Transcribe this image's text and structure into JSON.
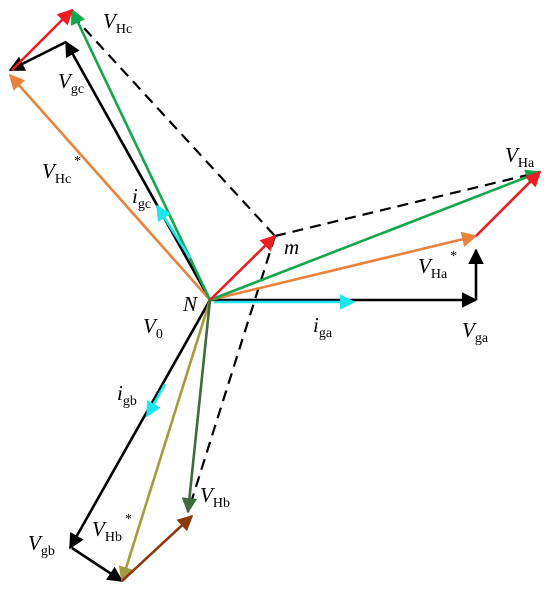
{
  "colors": {
    "black": "#000000",
    "red": "#ee1c24",
    "green": "#13a64a",
    "orange": "#e9823a",
    "cyan": "#1fe6ee",
    "olive": "#a59a3c",
    "brown": "#8b3a0f",
    "dark_green": "#3e6b3a"
  },
  "labels": {
    "V_Hc": {
      "main": "V",
      "sub": "Hc"
    },
    "V_gc": {
      "main": "V",
      "sub": "gc"
    },
    "V_Hc_star": {
      "main": "V",
      "sub": "Hc",
      "sup": "*"
    },
    "i_gc": {
      "main": "i",
      "sub": "gc"
    },
    "m": {
      "main": "m"
    },
    "V_Ha": {
      "main": "V",
      "sub": "Ha"
    },
    "V_Ha_star": {
      "main": "V",
      "sub": "Ha",
      "sup": "*"
    },
    "N": {
      "main": "N"
    },
    "V_0": {
      "main": "V",
      "sub": "0"
    },
    "i_ga": {
      "main": "i",
      "sub": "ga"
    },
    "V_ga": {
      "main": "V",
      "sub": "ga"
    },
    "i_gb": {
      "main": "i",
      "sub": "gb"
    },
    "V_Hb": {
      "main": "V",
      "sub": "Hb"
    },
    "V_gb": {
      "main": "V",
      "sub": "gb"
    },
    "V_Hb_star": {
      "main": "V",
      "sub": "Hb",
      "sup": "*"
    }
  }
}
